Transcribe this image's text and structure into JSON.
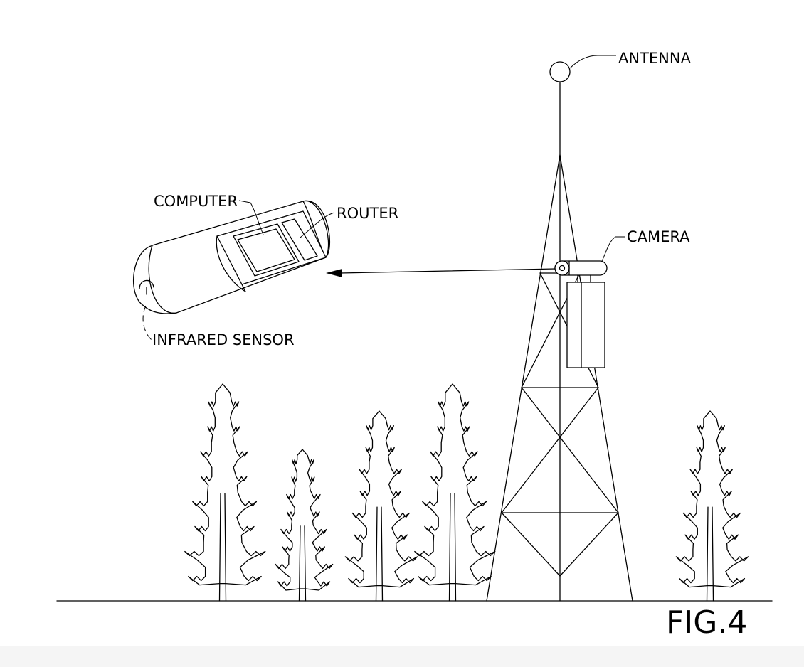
{
  "figure": {
    "label": "FIG.4"
  },
  "labels": {
    "antenna": "ANTENNA",
    "camera": "CAMERA",
    "computer": "COMPUTER",
    "router": "ROUTER",
    "infrared_sensor": "INFRARED SENSOR"
  },
  "colors": {
    "line": "#000000",
    "background": "#ffffff"
  }
}
